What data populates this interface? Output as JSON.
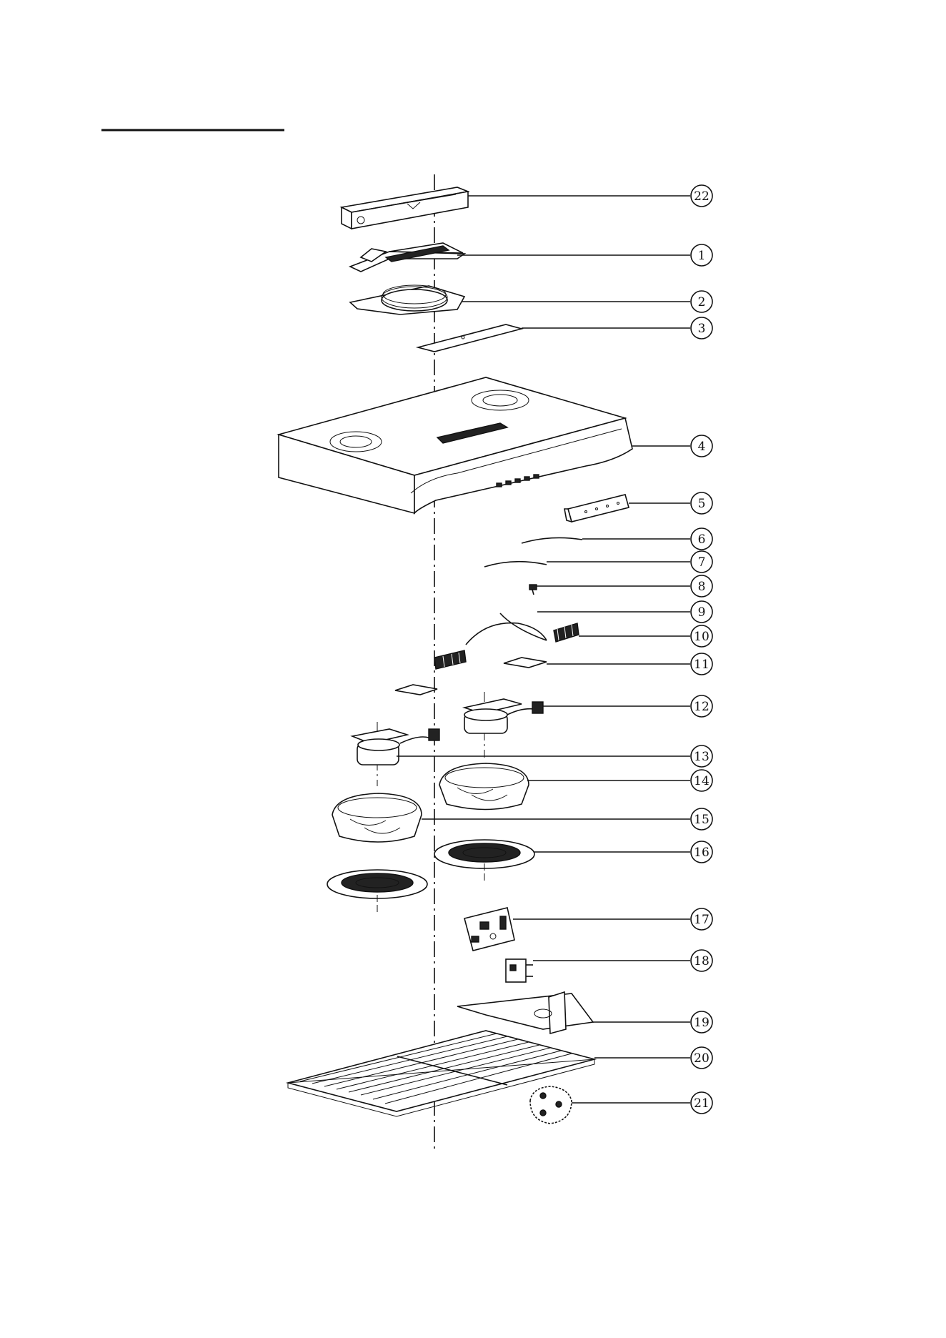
{
  "callouts": [
    {
      "id": "22",
      "label": "22"
    },
    {
      "id": "1",
      "label": "1"
    },
    {
      "id": "2",
      "label": "2"
    },
    {
      "id": "3",
      "label": "3"
    },
    {
      "id": "4",
      "label": "4"
    },
    {
      "id": "5",
      "label": "5"
    },
    {
      "id": "6",
      "label": "6"
    },
    {
      "id": "7",
      "label": "7"
    },
    {
      "id": "8",
      "label": "8"
    },
    {
      "id": "9",
      "label": "9"
    },
    {
      "id": "10",
      "label": "10"
    },
    {
      "id": "11",
      "label": "11"
    },
    {
      "id": "12",
      "label": "12"
    },
    {
      "id": "13",
      "label": "13"
    },
    {
      "id": "14",
      "label": "14"
    },
    {
      "id": "15",
      "label": "15"
    },
    {
      "id": "16",
      "label": "16"
    },
    {
      "id": "17",
      "label": "17"
    },
    {
      "id": "18",
      "label": "18"
    },
    {
      "id": "19",
      "label": "19"
    },
    {
      "id": "20",
      "label": "20"
    },
    {
      "id": "21",
      "label": "21"
    }
  ],
  "colors": {
    "ink": "#111111",
    "paper": "#ffffff"
  }
}
